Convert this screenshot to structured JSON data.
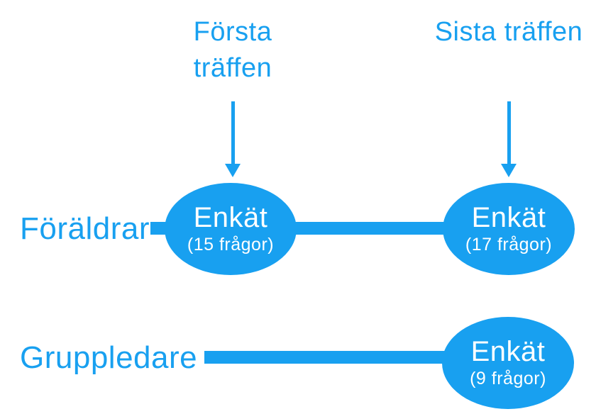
{
  "colors": {
    "accent": "#18A0F0",
    "background": "#FFFFFF",
    "bubble_text": "#FFFFFF"
  },
  "column_headers": [
    {
      "label": "Första träffen"
    },
    {
      "label": "Sista träffen"
    }
  ],
  "arrows": [
    {
      "icon": "down-arrow"
    },
    {
      "icon": "down-arrow"
    }
  ],
  "rows": [
    {
      "label": "Föräldrar",
      "bubbles": [
        {
          "title": "Enkät",
          "subtitle": "(15 frågor)"
        },
        {
          "title": "Enkät",
          "subtitle": "(17 frågor)"
        }
      ]
    },
    {
      "label": "Gruppledare",
      "bubbles": [
        {
          "title": "Enkät",
          "subtitle": "(9 frågor)"
        }
      ]
    }
  ]
}
